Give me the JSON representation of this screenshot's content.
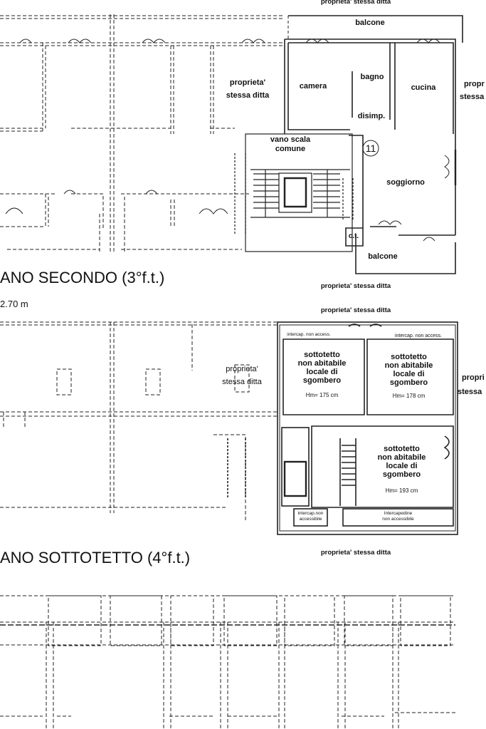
{
  "labels": {
    "top_property": "proprieta' stessa ditta",
    "balcone_top": "balcone",
    "camera": "camera",
    "bagno": "bagno",
    "cucina": "cucina",
    "disimp": "disimp.",
    "proprieta_left_1": "proprieta'",
    "stessa_ditta_left_1": "stessa ditta",
    "proprieta_right_1": "propr",
    "stessa_right_1": "stessa",
    "vano_scala_1": "vano scala",
    "vano_scala_2": "comune",
    "unit_number": "11",
    "soggiorno": "soggiorno",
    "ct": "c.t.",
    "balcone_bottom": "balcone",
    "floor2_title": "ANO SECONDO (3°f.t.)",
    "floor2_height": "2.70 m",
    "property_mid_1": "proprieta' stessa ditta",
    "property_mid_2": "proprieta' stessa ditta",
    "intercap_left": "intercap. non access.",
    "intercap_right": "intercap. non access.",
    "sotto_a_1": "sottotetto",
    "sotto_a_2": "non abitabile",
    "sotto_a_3": "locale di",
    "sotto_a_4": "sgombero",
    "sotto_a_hm": "Hm= 175 cm",
    "sotto_b_1": "sottotetto",
    "sotto_b_2": "non abitabile",
    "sotto_b_3": "locale di",
    "sotto_b_4": "sgombero",
    "sotto_b_hm": "Hm= 178 cm",
    "sotto_c_1": "sottotetto",
    "sotto_c_2": "non abitabile",
    "sotto_c_3": "locale di",
    "sotto_c_4": "sgombero",
    "sotto_c_hm": "Hm= 193 cm",
    "proprieta_left_2": "proprieta'",
    "stessa_ditta_left_2": "stessa ditta",
    "propri_right_2": "propri",
    "stessa_right_2": "stessa",
    "intercap_bottom_left_1": "intercap.non",
    "intercap_bottom_left_2": "accessibile",
    "intercap_bottom_right_1": "Intercapedine",
    "intercap_bottom_right_2": "non accessibile",
    "floor4_title": "ANO SOTTOTETTO (4°f.t.)",
    "property_bottom": "proprieta' stessa ditta"
  }
}
